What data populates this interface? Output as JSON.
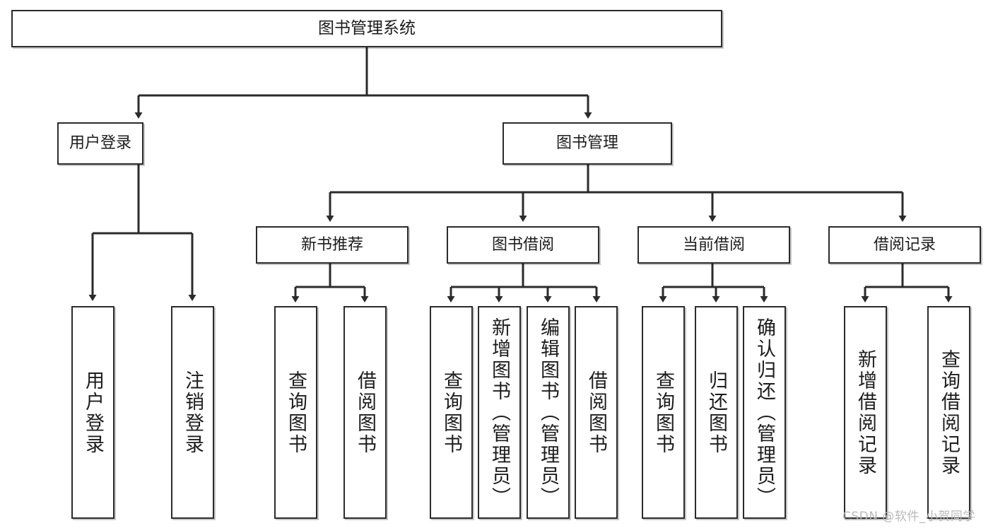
{
  "diagram": {
    "title": "图书管理系统",
    "type": "tree-functional-structure",
    "colors": {
      "box_border": "#2b2b2b",
      "box_fill": "#ffffff",
      "line": "#2b2b2b",
      "watermark": "#b9b9b9",
      "background": "#ffffff"
    }
  },
  "root": {
    "label": "图书管理系统"
  },
  "level1": [
    {
      "label": "用户登录"
    },
    {
      "label": "图书管理"
    }
  ],
  "level2": [
    {
      "label": "新书推荐"
    },
    {
      "label": "图书借阅"
    },
    {
      "label": "当前借阅"
    },
    {
      "label": "借阅记录"
    }
  ],
  "leaves": {
    "user_login": [
      {
        "label": "用户登录"
      },
      {
        "label": "注销登录"
      }
    ],
    "new_book": [
      {
        "label": "查询图书"
      },
      {
        "label": "借阅图书"
      }
    ],
    "book_borrow": [
      {
        "label": "查询图书"
      },
      {
        "label": "新增图书（管理员）"
      },
      {
        "label": "编辑图书（管理员）"
      },
      {
        "label": "借阅图书"
      }
    ],
    "current_borrow": [
      {
        "label": "查询图书"
      },
      {
        "label": "归还图书"
      },
      {
        "label": "确认归还（管理员）"
      }
    ],
    "borrow_record": [
      {
        "label": "新增借阅记录"
      },
      {
        "label": "查询借阅记录"
      }
    ]
  },
  "watermark": {
    "text": "CSDN @软件_小贺同学"
  }
}
